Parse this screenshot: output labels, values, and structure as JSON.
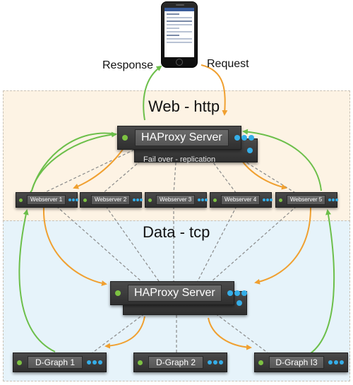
{
  "zones": {
    "web_label": "Web - http",
    "data_label": "Data - tcp"
  },
  "arrows": {
    "response_label": "Response",
    "request_label": "Request"
  },
  "haproxy_top": {
    "label": "HAProxy Server",
    "backup_caption": "Fail over - replication"
  },
  "haproxy_bottom": {
    "label": "HAProxy Server"
  },
  "webservers": [
    {
      "label": "Webserver 1"
    },
    {
      "label": "Webserver 2"
    },
    {
      "label": "Webserver 3"
    },
    {
      "label": "Webserver 4"
    },
    {
      "label": "Webserver 5"
    }
  ],
  "dgraphs": [
    {
      "label": "D-Graph 1"
    },
    {
      "label": "D-Graph 2"
    },
    {
      "label": "D-Graph I3"
    }
  ],
  "colors": {
    "request_arrow": "#f0a030",
    "response_arrow": "#6cbf4a",
    "connection_line": "#8a8a8a",
    "led": "#7dc242",
    "activity_dot": "#35aee8"
  },
  "icons": {
    "client": "smartphone-icon",
    "server": "rack-server-icon"
  }
}
